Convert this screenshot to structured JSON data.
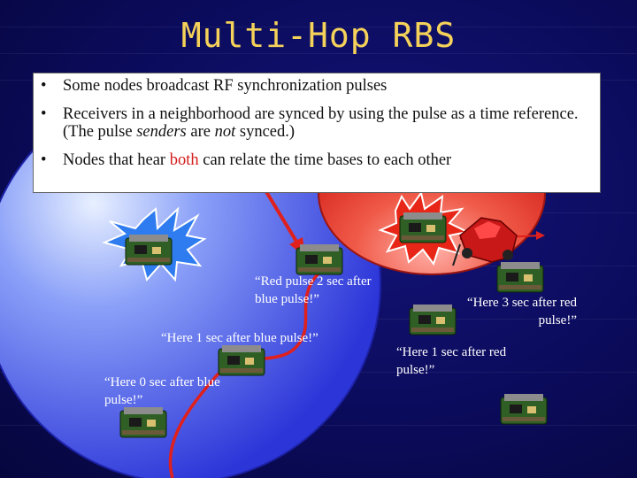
{
  "title": "Multi-Hop RBS",
  "bullets": [
    {
      "text": "Some nodes broadcast RF synchronization pulses"
    },
    {
      "pre": "Receivers in a neighborhood are synced by using the pulse as a time reference.  (The pulse ",
      "em1": "senders",
      "mid": " are ",
      "em2": "not",
      "post": " synced.)"
    },
    {
      "pre": "Nodes that hear ",
      "highlight": "both",
      "post": " can relate the time bases to each other"
    }
  ],
  "captions": {
    "red_pulse": "“Red pulse 2 sec after blue pulse!”",
    "here1_blue": "“Here 1 sec after blue pulse!”",
    "here0_blue": "“Here 0 sec after blue pulse!”",
    "here3_red": "“Here 3 sec after red pulse!”",
    "here1_red": "“Here 1 sec after red pulse!”"
  },
  "colors": {
    "title": "#f5d25a",
    "background": "#0b0b5c",
    "blue_region": "#3a44e6",
    "red_region": "#e22a22",
    "path": "#e0201c",
    "burst_blue": "#2f7cf0",
    "burst_red": "#e82618"
  },
  "icons": [
    "sensor-node-icon",
    "pulse-burst-icon",
    "vehicle-icon",
    "path-line"
  ]
}
